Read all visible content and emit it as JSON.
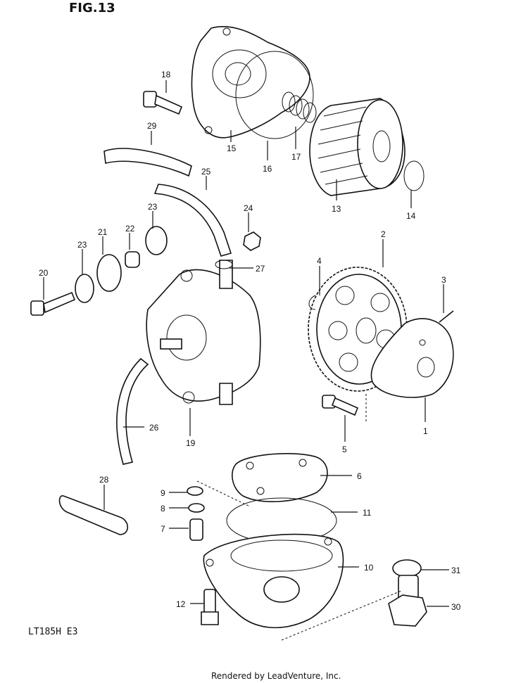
{
  "figure_title": "FIG.13",
  "model_code": "LT185H E3",
  "footer": "Rendered by LeadVenture, Inc.",
  "callouts": [
    "1",
    "2",
    "3",
    "4",
    "5",
    "6",
    "7",
    "8",
    "9",
    "10",
    "11",
    "12",
    "13",
    "14",
    "15",
    "16",
    "17",
    "18",
    "19",
    "20",
    "21",
    "22",
    "23",
    "23",
    "24",
    "25",
    "26",
    "27",
    "28",
    "29",
    "30",
    "31"
  ]
}
